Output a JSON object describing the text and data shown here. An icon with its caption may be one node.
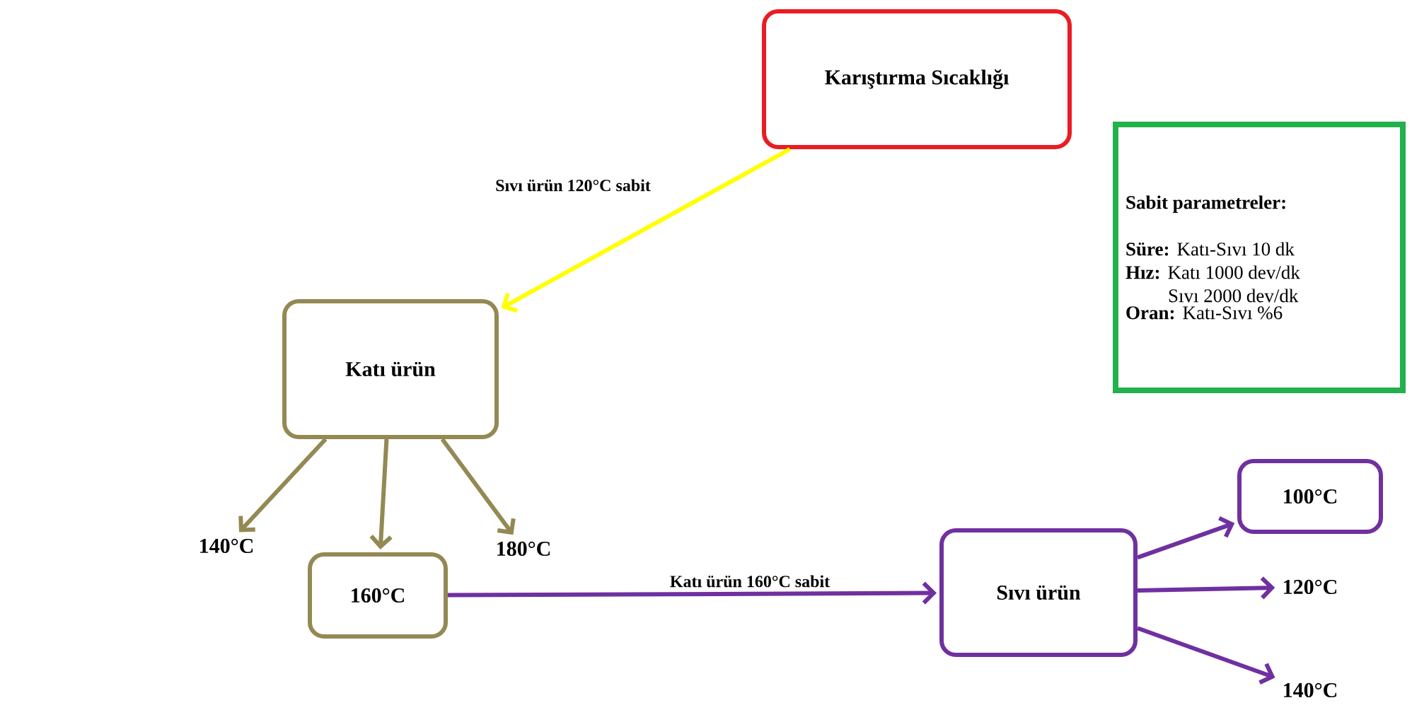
{
  "diagram": {
    "nodes": [
      {
        "text": [
          "Karıştırma Sıcaklığı"
        ]
      },
      {
        "text": [
          "Katı ürün"
        ]
      },
      {
        "text": [
          "140°C"
        ]
      },
      {
        "text": [
          "160°C"
        ]
      },
      {
        "text": [
          "180°C"
        ]
      },
      {
        "text": [
          "Sıvı ürün"
        ]
      },
      {
        "text": [
          "100°C"
        ]
      },
      {
        "text": [
          "120°C"
        ]
      },
      {
        "text": [
          "140°C"
        ]
      },
      {
        "text": [
          "Sabit parametreler:",
          "**Süre:** Katı-Sıvı 10 dk",
          "**Hız:** Katı 1000 dev/dk",
          "Sıvı 2000 dev/dk",
          "**Oran:** Katı-Sıvı %6"
        ]
      }
    ],
    "edges": [
      {
        "from": 0,
        "to": 1,
        "arrow": "to",
        "label": "Sıvı ürün 120°C sabit",
        "color": "#ffff00"
      },
      {
        "from": 1,
        "to": 2,
        "arrow": "to",
        "color": "#938953"
      },
      {
        "from": 1,
        "to": 3,
        "arrow": "to",
        "color": "#938953"
      },
      {
        "from": 1,
        "to": 4,
        "arrow": "to",
        "color": "#938953"
      },
      {
        "from": 3,
        "to": 5,
        "arrow": "to",
        "label": "Katı ürün 160°C sabit"
      },
      {
        "from": 5,
        "to": 6,
        "arrow": "to"
      },
      {
        "from": 5,
        "to": 7,
        "arrow": "to"
      },
      {
        "from": 5,
        "to": 8,
        "arrow": "to"
      }
    ]
  }
}
